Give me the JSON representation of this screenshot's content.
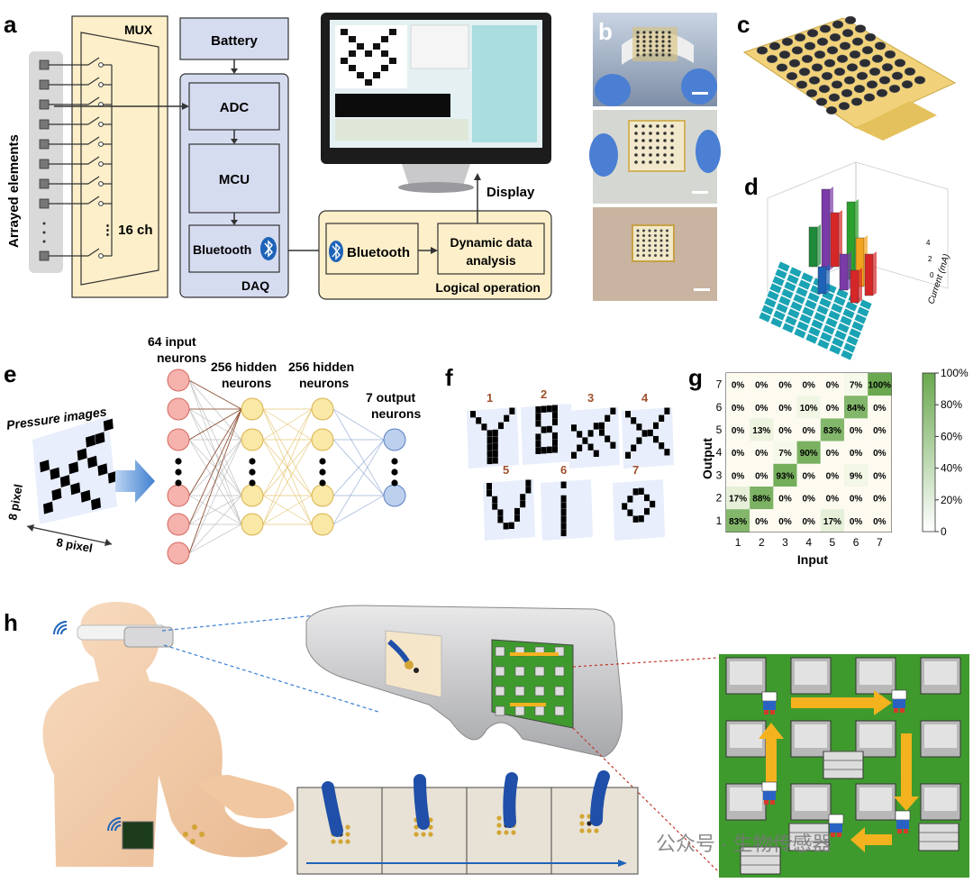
{
  "panels": {
    "a": {
      "letter": "a",
      "arrayed_label": "Arrayed elements",
      "mux": "MUX",
      "battery": "Battery",
      "adc": "ADC",
      "mcu": "MCU",
      "bluetooth_daq": "Bluetooth",
      "daq": "DAQ",
      "channels": "⋮ 16 ch",
      "bluetooth_logic": "Bluetooth",
      "dynamic_line1": "Dynamic data",
      "dynamic_line2": "analysis",
      "logical": "Logical operation",
      "display": "Display"
    },
    "b": {
      "letter": "b"
    },
    "c": {
      "letter": "c"
    },
    "d": {
      "letter": "d",
      "axis_label": "Current (mA)",
      "ticks": [
        "4",
        "2",
        "0"
      ]
    },
    "e": {
      "letter": "e",
      "pressure": "Pressure images",
      "pixel_y": "8 pixel",
      "pixel_x": "8 pixel",
      "input_line1": "64 input",
      "input_line2": "neurons",
      "hidden1_line1": "256 hidden",
      "hidden1_line2": "neurons",
      "hidden2_line1": "256 hidden",
      "hidden2_line2": "neurons",
      "output_line1": "7 output",
      "output_line2": "neurons"
    },
    "f": {
      "letter": "f",
      "numbers": [
        "1",
        "2",
        "3",
        "4",
        "5",
        "6",
        "7"
      ]
    },
    "g": {
      "letter": "g",
      "ylabel": "Output",
      "xlabel": "Input",
      "x_ticks": [
        "1",
        "2",
        "3",
        "4",
        "5",
        "6",
        "7"
      ],
      "y_ticks": [
        "7",
        "6",
        "5",
        "4",
        "3",
        "2",
        "1"
      ],
      "colorbar_ticks": [
        "100%",
        "80%",
        "60%",
        "40%",
        "20%",
        "0"
      ],
      "matrix": [
        [
          "0%",
          "0%",
          "0%",
          "0%",
          "0%",
          "7%",
          "100%"
        ],
        [
          "0%",
          "0%",
          "0%",
          "10%",
          "0%",
          "84%",
          "0%"
        ],
        [
          "0%",
          "13%",
          "0%",
          "0%",
          "83%",
          "0%",
          "0%"
        ],
        [
          "0%",
          "0%",
          "7%",
          "90%",
          "0%",
          "0%",
          "0%"
        ],
        [
          "0%",
          "0%",
          "93%",
          "0%",
          "0%",
          "9%",
          "0%"
        ],
        [
          "17%",
          "88%",
          "0%",
          "0%",
          "0%",
          "0%",
          "0%"
        ],
        [
          "83%",
          "0%",
          "0%",
          "0%",
          "17%",
          "0%",
          "0%"
        ]
      ]
    },
    "h": {
      "letter": "h"
    }
  },
  "watermark": "公众号 · 生物传感器",
  "colors": {
    "mux_fill": "#fcefc9",
    "daq_fill": "#d6dcf0",
    "box_stroke": "#333333",
    "bluetooth_blue": "#1e63b8",
    "neuron_red": "#f6b2ad",
    "neuron_yellow": "#f9e8a6",
    "neuron_blue": "#bcd0ee",
    "matrix_high": "#6aa84f",
    "game_green": "#3f9a2e",
    "arrow_yellow": "#f4b21f"
  }
}
